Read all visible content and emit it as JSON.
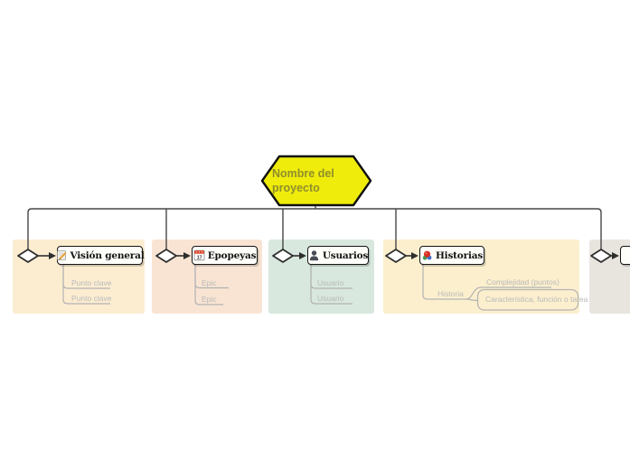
{
  "root": {
    "label": "Nombre del proyecto",
    "fill": "#EFEC0C",
    "text_color": "#8F8E2A"
  },
  "branches": [
    {
      "label": "Visión general",
      "icon": "note-pencil-icon",
      "panel_color": "#FCEDD1",
      "children": [
        "Punto clave",
        "Punto clave"
      ]
    },
    {
      "label": "Epopeyas",
      "icon": "calendar-icon",
      "icon_day": "17",
      "panel_color": "#F9E4D3",
      "children": [
        "Epic",
        "Epic"
      ]
    },
    {
      "label": "Usuarios",
      "icon": "person-icon",
      "panel_color": "#D8E8DE",
      "children": [
        "Usuario",
        "Usuario"
      ]
    },
    {
      "label": "Historias",
      "icon": "flower-icon",
      "panel_color": "#FCEFCE",
      "children": [
        {
          "label": "Historia",
          "children": [
            "Complejidad (puntos)",
            "Característica, función o tarea"
          ]
        }
      ]
    },
    {
      "label": "",
      "icon": "none",
      "panel_color": "#E8E5DF",
      "children": []
    }
  ]
}
